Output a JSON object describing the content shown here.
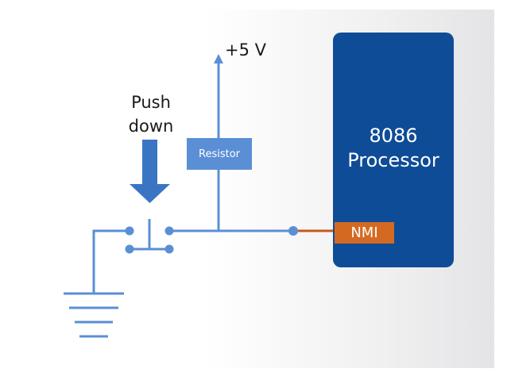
{
  "push_label": {
    "line1": "Push",
    "line2": "down"
  },
  "supply_label": "+5 V",
  "resistor_label": "Resistor",
  "processor": {
    "line1": "8086",
    "line2": "Processor"
  },
  "nmi_label": "NMI",
  "colors": {
    "wire": "#5a8fd6",
    "arrow": "#3a75c4",
    "processor": "#0f4c97",
    "nmi": "#d46a22",
    "nmi_wire": "#c45a1a"
  }
}
